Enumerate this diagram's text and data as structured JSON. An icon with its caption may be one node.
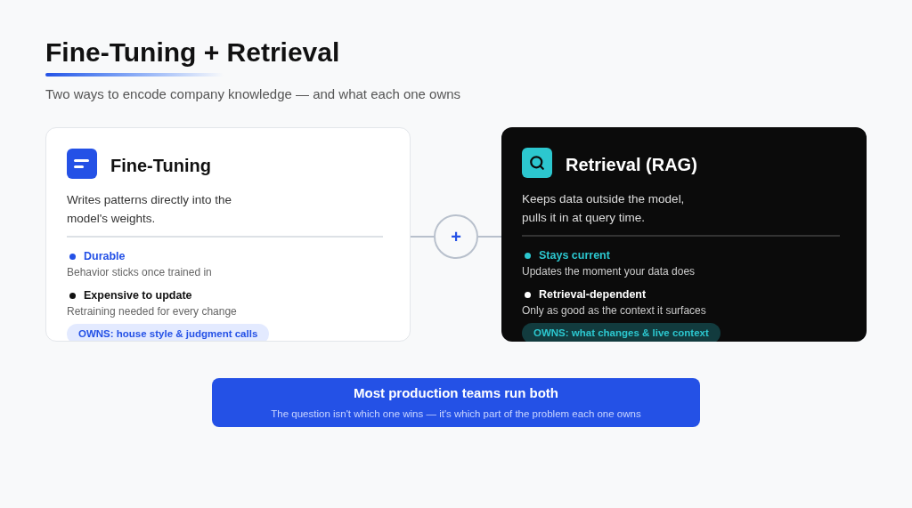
{
  "diagram": {
    "title": "Fine-Tuning + Retrieval",
    "nodes": [
      {
        "text": [
          "Fine-Tuning",
          "Writes patterns directly into the model's weights.",
          "Durable",
          "Behavior sticks once trained in",
          "Expensive to update",
          "Retraining needed for every change"
        ]
      },
      {
        "text": [
          "OWNS: house style & judgment calls"
        ],
        "in": 0
      },
      {
        "text": [
          "+"
        ]
      },
      {
        "text": [
          "Retrieval (RAG)",
          "Keeps data outside the model, pulls it in at query time.",
          "Stays current",
          "Updates the moment your data does",
          "Retrieval-dependent",
          "Only as good as the context it surfaces"
        ]
      },
      {
        "text": [
          "OWNS: what changes & live context"
        ],
        "in": 3
      },
      {
        "text": [
          "Most production teams run both",
          "The question isn't which one wins — it's which part of the problem each one owns"
        ]
      }
    ],
    "edges": [
      {
        "from": 0,
        "to": 2,
        "arrow": "none"
      },
      {
        "from": 2,
        "to": 3,
        "arrow": "none"
      }
    ],
    "labels": [
      "Two ways to encode company knowledge — and what each one owns"
    ]
  }
}
